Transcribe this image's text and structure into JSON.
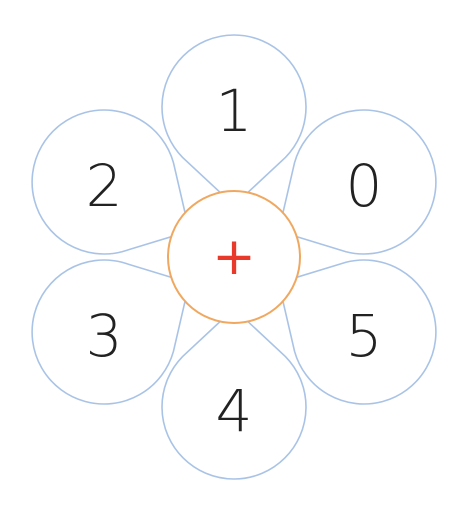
{
  "flower": {
    "operator": "+",
    "petals": [
      {
        "id": "top",
        "label": "1"
      },
      {
        "id": "upper-right",
        "label": "0"
      },
      {
        "id": "lower-right",
        "label": "5"
      },
      {
        "id": "bottom",
        "label": "4"
      },
      {
        "id": "lower-left",
        "label": "3"
      },
      {
        "id": "upper-left",
        "label": "2"
      }
    ]
  },
  "colors": {
    "petal_outline": "#a9c3e6",
    "center_outline": "#f0a860",
    "operator": "#e8392a",
    "text": "#222222"
  }
}
